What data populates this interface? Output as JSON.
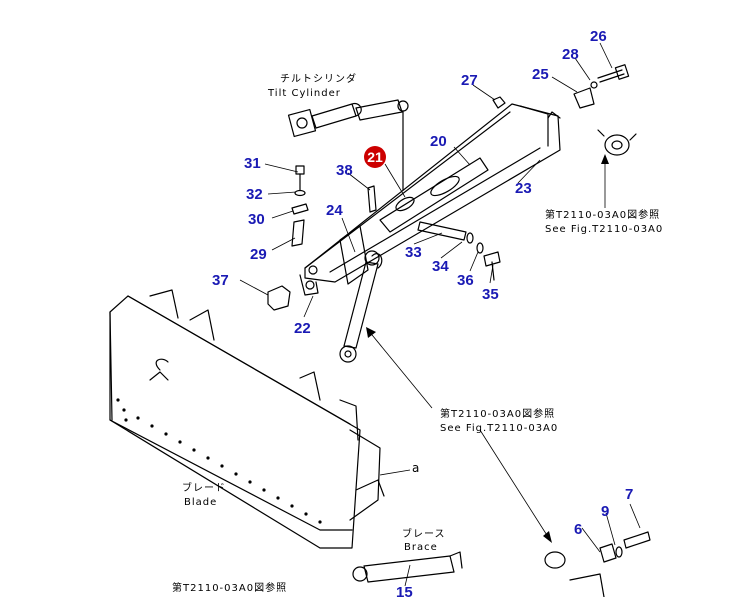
{
  "callouts": [
    {
      "id": "26",
      "text": "26"
    },
    {
      "id": "28",
      "text": "28"
    },
    {
      "id": "25",
      "text": "25"
    },
    {
      "id": "27",
      "text": "27"
    },
    {
      "id": "20",
      "text": "20"
    },
    {
      "id": "23",
      "text": "23"
    },
    {
      "id": "21",
      "text": "21",
      "highlighted": true
    },
    {
      "id": "31",
      "text": "31"
    },
    {
      "id": "38",
      "text": "38"
    },
    {
      "id": "32",
      "text": "32"
    },
    {
      "id": "30",
      "text": "30"
    },
    {
      "id": "24",
      "text": "24"
    },
    {
      "id": "29",
      "text": "29"
    },
    {
      "id": "33",
      "text": "33"
    },
    {
      "id": "34",
      "text": "34"
    },
    {
      "id": "36",
      "text": "36"
    },
    {
      "id": "35",
      "text": "35"
    },
    {
      "id": "37",
      "text": "37"
    },
    {
      "id": "22",
      "text": "22"
    },
    {
      "id": "7",
      "text": "7"
    },
    {
      "id": "9",
      "text": "9"
    },
    {
      "id": "6",
      "text": "6"
    },
    {
      "id": "15",
      "text": "15"
    }
  ],
  "annotations": {
    "tilt_cylinder_jp": "チルトシリンダ",
    "tilt_cylinder_en": "Tilt Cylinder",
    "ref1_jp": "第T2110-03A0図参照",
    "ref1_en": "See Fig.T2110-03A0",
    "ref2_jp": "第T2110-03A0図参照",
    "ref2_en": "See Fig.T2110-03A0",
    "blade_jp": "ブレード",
    "blade_en": "Blade",
    "brace_jp": "ブレース",
    "brace_en": "Brace",
    "ref3_jp": "第T2110-03A0図参照",
    "detail_a": "a"
  },
  "colors": {
    "callout": "#1a1ab4",
    "highlight": "#cc0000"
  }
}
